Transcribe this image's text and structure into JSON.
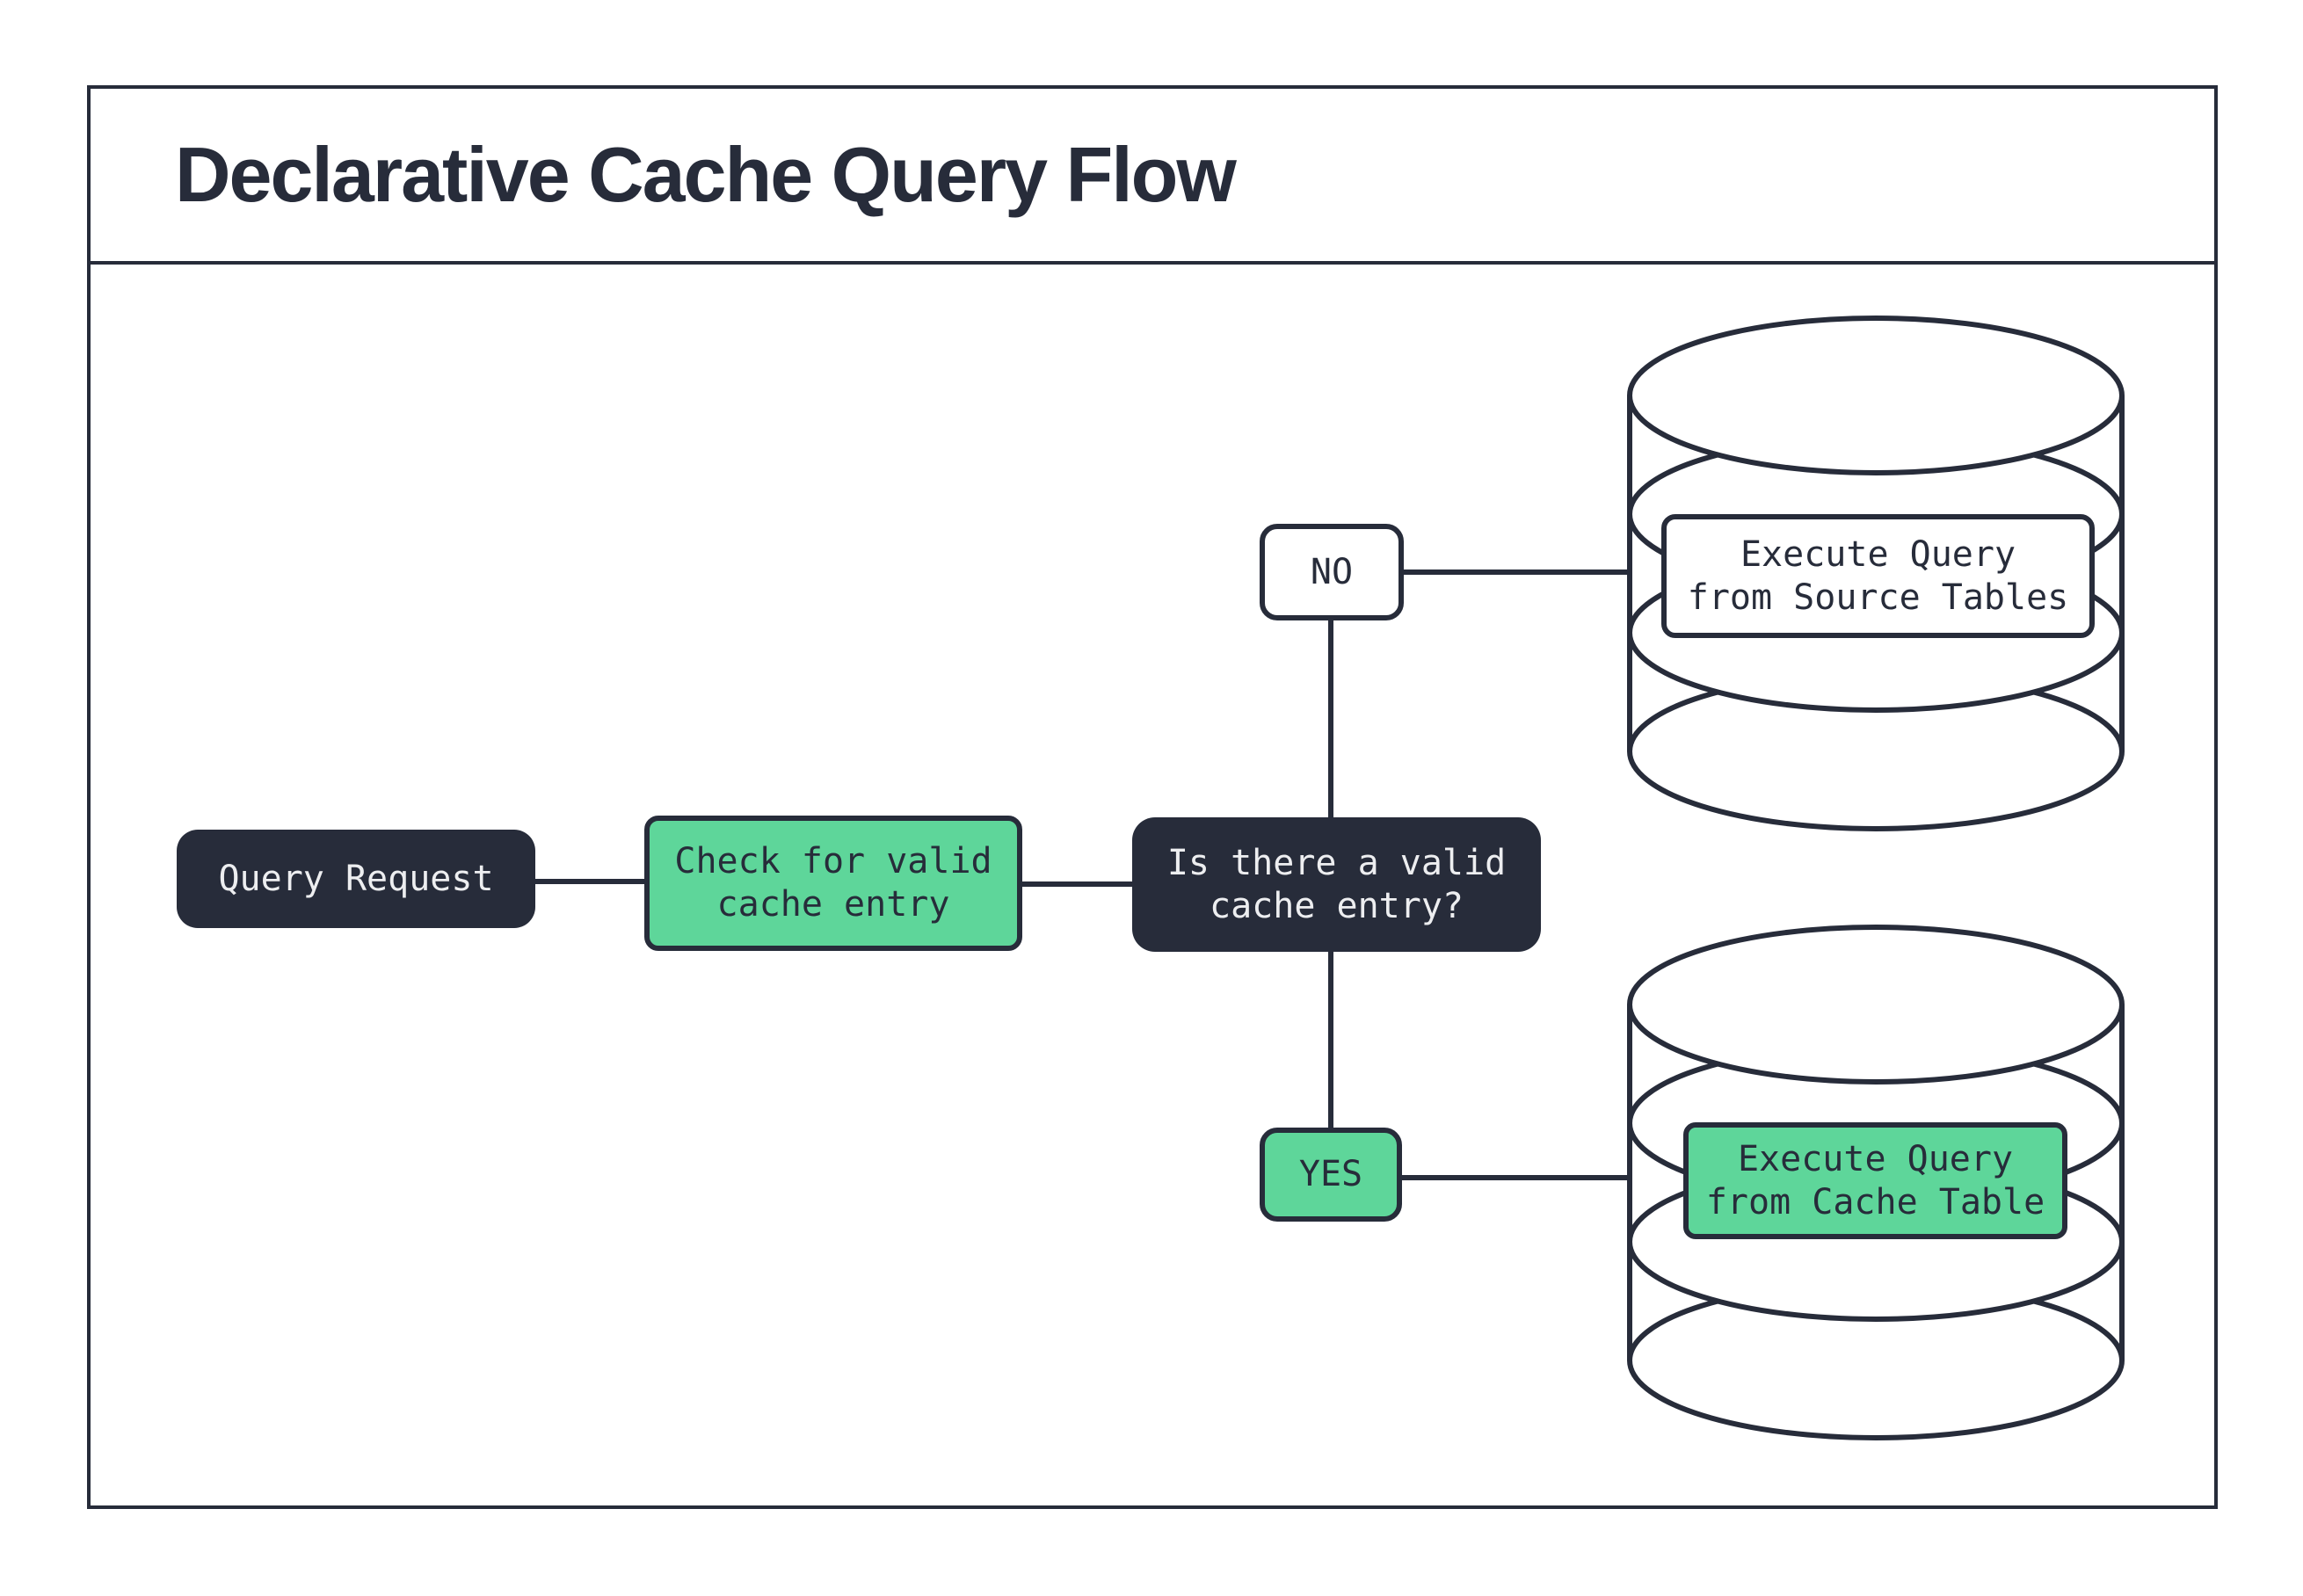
{
  "title": "Declarative Cache Query Flow",
  "colors": {
    "dark": "#272C3A",
    "green": "#5ED69A",
    "light_text": "#EDEEF0",
    "white": "#FFFFFF"
  },
  "nodes": {
    "query_request": {
      "label": "Query Request"
    },
    "check_cache": {
      "label": "Check for valid\ncache entry"
    },
    "decision": {
      "label": "Is there a valid\ncache entry?"
    },
    "no_branch": {
      "label": "NO"
    },
    "yes_branch": {
      "label": "YES"
    },
    "source_db": {
      "label": "Execute Query\nfrom Source Tables"
    },
    "cache_db": {
      "label": "Execute Query\nfrom Cache Table"
    }
  }
}
